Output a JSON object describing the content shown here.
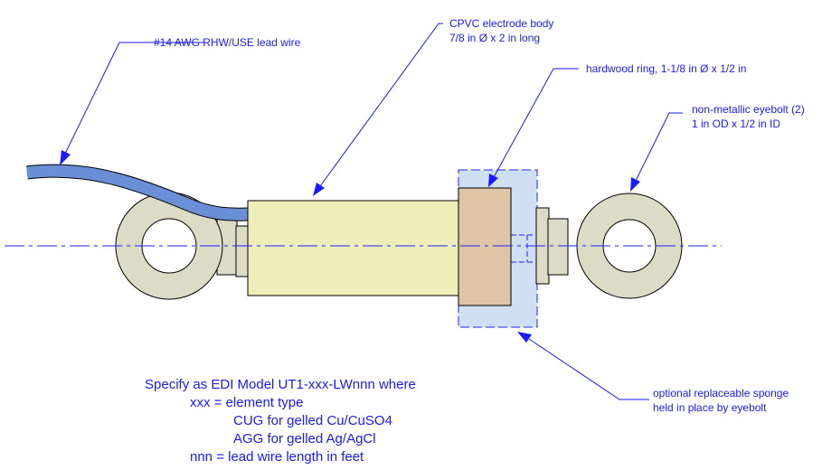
{
  "callouts": {
    "lead_wire": "#14 AWG RHW/USE lead wire",
    "electrode_body_line1": "CPVC electrode body",
    "electrode_body_line2": "7/8 in Ø x 2 in long",
    "hardwood_ring": "hardwood ring, 1-1/8 in Ø x 1/2 in",
    "eyebolt_line1": "non-metallic eyebolt (2)",
    "eyebolt_line2": "1 in OD x 1/2 in ID",
    "sponge_line1": "optional replaceable sponge",
    "sponge_line2": "held in place by eyebolt"
  },
  "specification": {
    "line1": "Specify as EDI Model UT1-xxx-LWnnn where",
    "line2": "xxx = element type",
    "line3": "CUG for gelled Cu/CuSO4",
    "line4": "AGG for gelled Ag/AgCl",
    "line5": "nnn = lead wire length in feet"
  },
  "colors": {
    "annotation": "#1a1aff",
    "electrode_body": "#eeeebb",
    "hardwood_ring": "#dec5a5",
    "eyebolt": "#dcdcc6",
    "sponge": "#cfe0f4",
    "lead_wire": "#6b8fd6"
  }
}
